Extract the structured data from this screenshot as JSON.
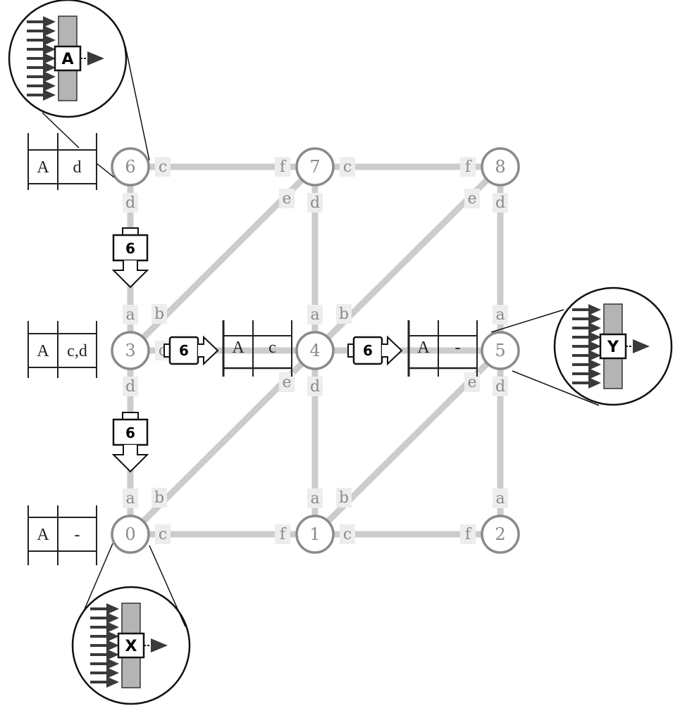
{
  "nodes": [
    {
      "id": "0",
      "label": "0"
    },
    {
      "id": "1",
      "label": "1"
    },
    {
      "id": "2",
      "label": "2"
    },
    {
      "id": "3",
      "label": "3"
    },
    {
      "id": "4",
      "label": "4"
    },
    {
      "id": "5",
      "label": "5"
    },
    {
      "id": "6",
      "label": "6"
    },
    {
      "id": "7",
      "label": "7"
    },
    {
      "id": "8",
      "label": "8"
    }
  ],
  "edges": [
    {
      "from": "6",
      "to": "7",
      "from_port": "c",
      "to_port": "f"
    },
    {
      "from": "7",
      "to": "8",
      "from_port": "c",
      "to_port": "f"
    },
    {
      "from": "0",
      "to": "1",
      "from_port": "c",
      "to_port": "f"
    },
    {
      "from": "1",
      "to": "2",
      "from_port": "c",
      "to_port": "f"
    },
    {
      "from": "6",
      "to": "3",
      "from_port": "d",
      "to_port": "a"
    },
    {
      "from": "3",
      "to": "0",
      "from_port": "d",
      "to_port": "a"
    },
    {
      "from": "7",
      "to": "4",
      "from_port": "d",
      "to_port": "a"
    },
    {
      "from": "4",
      "to": "1",
      "from_port": "d",
      "to_port": "a"
    },
    {
      "from": "8",
      "to": "5",
      "from_port": "d",
      "to_port": "a"
    },
    {
      "from": "5",
      "to": "2",
      "from_port": "d",
      "to_port": "a"
    },
    {
      "from": "3",
      "to": "7",
      "from_port": "b",
      "to_port": "e"
    },
    {
      "from": "4",
      "to": "8",
      "from_port": "b",
      "to_port": "e"
    },
    {
      "from": "0",
      "to": "4",
      "from_port": "b",
      "to_port": "e"
    },
    {
      "from": "1",
      "to": "5",
      "from_port": "b",
      "to_port": "e"
    },
    {
      "from": "3",
      "to": "4",
      "from_port": "c",
      "to_port": ""
    },
    {
      "from": "4",
      "to": "5",
      "from_port": "",
      "to_port": ""
    }
  ],
  "tables": [
    {
      "node": "6",
      "cells": [
        "A",
        "d"
      ]
    },
    {
      "node": "3",
      "cells": [
        "A",
        "c,d"
      ]
    },
    {
      "node": "0",
      "cells": [
        "A",
        "-"
      ]
    },
    {
      "node": "4",
      "cells": [
        "A",
        "c"
      ]
    },
    {
      "node": "5",
      "cells": [
        "A",
        "-"
      ]
    }
  ],
  "packets": [
    {
      "label": "6",
      "direction": "down",
      "from": "6",
      "to": "3"
    },
    {
      "label": "6",
      "direction": "down",
      "from": "3",
      "to": "0"
    },
    {
      "label": "6",
      "direction": "right",
      "from": "3",
      "to": "4"
    },
    {
      "label": "6",
      "direction": "right",
      "from": "4",
      "to": "5"
    }
  ],
  "switches": [
    {
      "node": "6",
      "label": "A"
    },
    {
      "node": "5",
      "label": "Y"
    },
    {
      "node": "0",
      "label": "X"
    }
  ],
  "colors": {
    "edge": "#cccccc",
    "node_stroke": "#8a8a8a",
    "port_bg": "#ededed",
    "dark": "#3a3a3a",
    "bar": "#b4b4b4"
  }
}
